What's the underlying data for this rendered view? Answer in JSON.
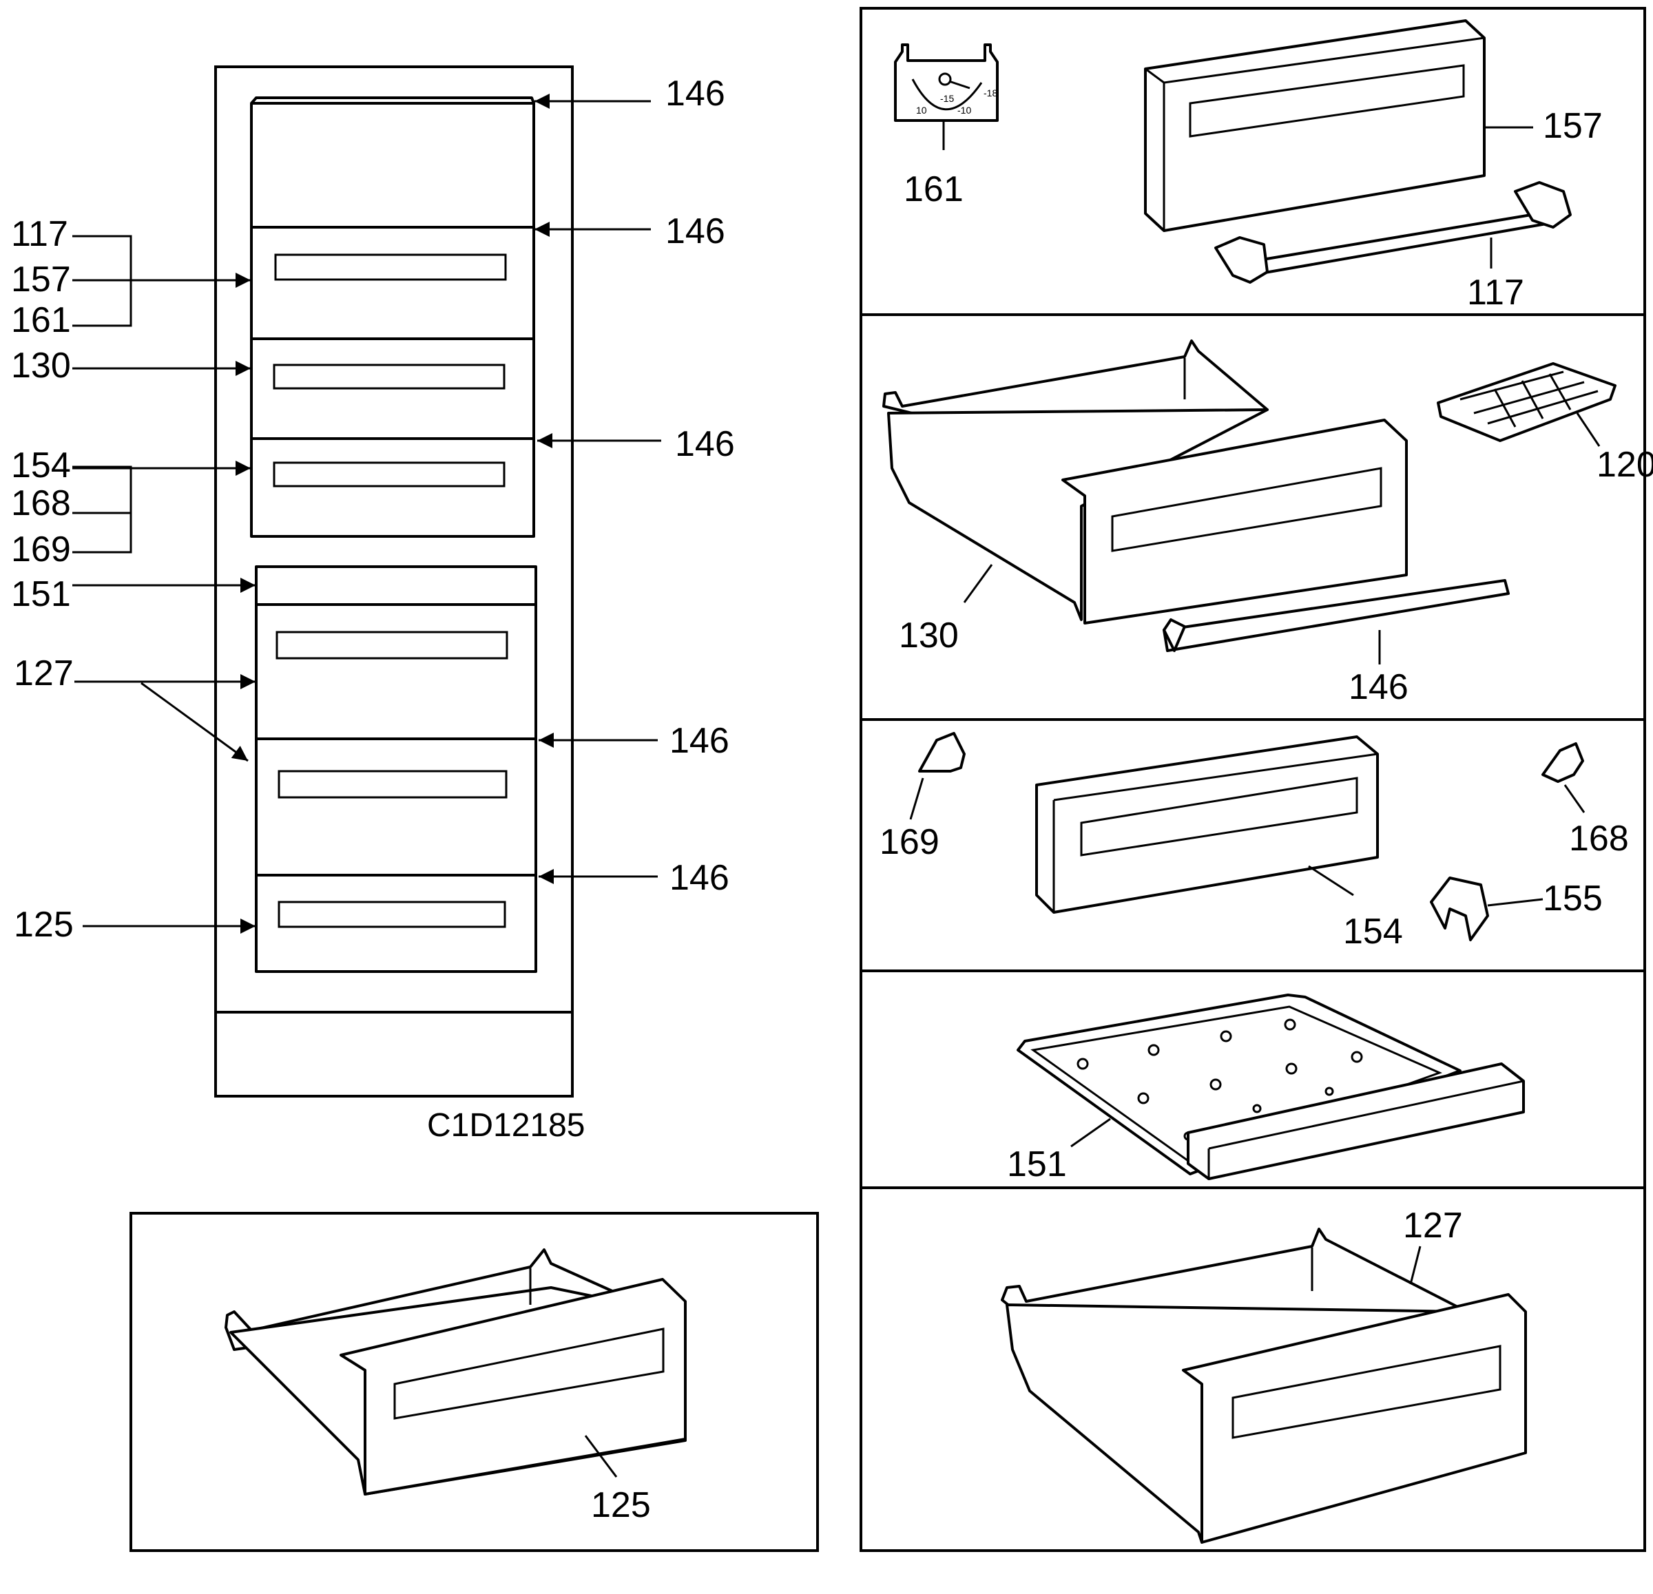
{
  "diagram_code": "C1D12185",
  "overview_labels": {
    "top_146": "146",
    "p117": "117",
    "p157": "157",
    "p161": "161",
    "p130": "130",
    "p154": "154",
    "p168": "168",
    "p169": "169",
    "p151": "151",
    "p127": "127",
    "p125": "125",
    "r146_1": "146",
    "r146_2": "146",
    "r146_3": "146",
    "r146_4": "146"
  },
  "panels": {
    "panel_1": {
      "thermometer": "161",
      "front_panel": "157",
      "rail": "117"
    },
    "panel_2": {
      "drawer": "130",
      "ice_tray": "120",
      "runner": "146"
    },
    "panel_3": {
      "clip_left": "169",
      "front_panel": "154",
      "clip_right": "168",
      "clip": "155"
    },
    "panel_4": {
      "tray": "151"
    },
    "panel_5": {
      "drawer": "127"
    },
    "panel_6": {
      "drawer": "125"
    }
  },
  "thermometer_dial": {
    "left": "10",
    "center": "-15",
    "right": "-18",
    "low": "-10"
  }
}
